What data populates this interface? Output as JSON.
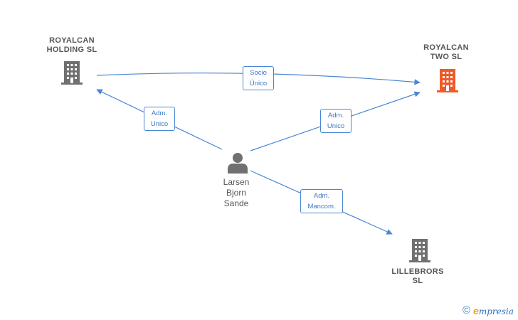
{
  "nodes": {
    "holding": {
      "label": "ROYALCAN\nHOLDING  SL",
      "icon": "building-icon",
      "color": "#707070"
    },
    "two": {
      "label": "ROYALCAN\nTWO  SL",
      "icon": "building-icon",
      "color": "#f05a28"
    },
    "lillebrors": {
      "label": "LILLEBRORS\nSL",
      "icon": "building-icon",
      "color": "#707070"
    },
    "person": {
      "label": "Larsen\nBjorn\nSande",
      "icon": "person-icon",
      "color": "#707070"
    }
  },
  "edges": {
    "socio_unico": "Socio\nÚnico",
    "adm_unico_holding": "Adm.\nUnico",
    "adm_unico_two": "Adm.\nUnico",
    "adm_mancom": "Adm.\nMancom."
  },
  "colors": {
    "edge": "#4a86d4"
  },
  "footer": {
    "copyright": "©",
    "brand_initial": "e",
    "brand_rest": "mpresia"
  }
}
